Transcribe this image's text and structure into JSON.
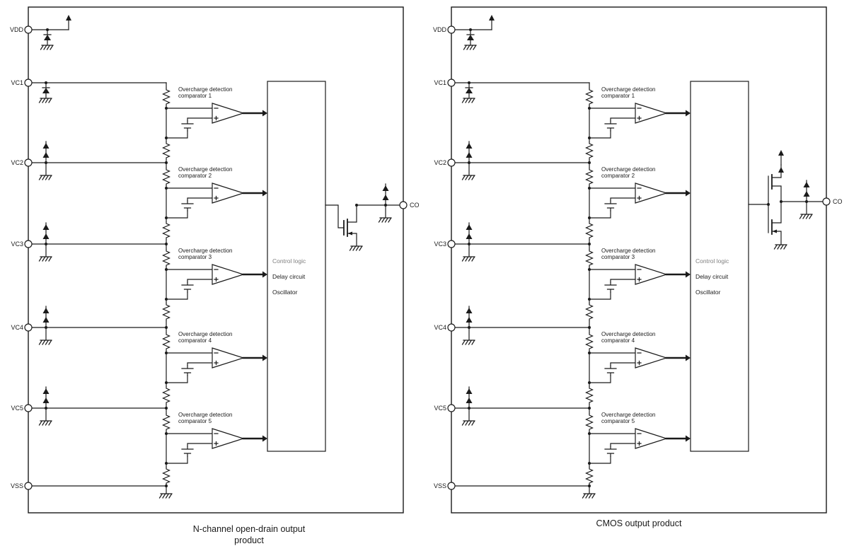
{
  "colors": {
    "line": "#1a1a1a",
    "muted_text": "#808080",
    "background": "#ffffff"
  },
  "left_panel": {
    "caption_line1": "N-channel open-drain output",
    "caption_line2": "product",
    "pins": {
      "vdd": "VDD",
      "vc1": "VC1",
      "vc2": "VC2",
      "vc3": "VC3",
      "vc4": "VC4",
      "vc5": "VC5",
      "vss": "VSS",
      "co": "CO"
    },
    "comparators": [
      {
        "label_line1": "Overcharge detection",
        "label_line2": "comparator 1"
      },
      {
        "label_line1": "Overcharge detection",
        "label_line2": "comparator 2"
      },
      {
        "label_line1": "Overcharge detection",
        "label_line2": "comparator 3"
      },
      {
        "label_line1": "Overcharge detection",
        "label_line2": "comparator 4"
      },
      {
        "label_line1": "Overcharge detection",
        "label_line2": "comparator 5"
      }
    ],
    "control_box": {
      "line1": "Control logic",
      "line2": "Delay circuit",
      "line3": "Oscillator"
    }
  },
  "right_panel": {
    "caption_line1": "CMOS output product",
    "pins": {
      "vdd": "VDD",
      "vc1": "VC1",
      "vc2": "VC2",
      "vc3": "VC3",
      "vc4": "VC4",
      "vc5": "VC5",
      "vss": "VSS",
      "co": "CO"
    },
    "comparators": [
      {
        "label_line1": "Overcharge detection",
        "label_line2": "comparator 1"
      },
      {
        "label_line1": "Overcharge detection",
        "label_line2": "comparator 2"
      },
      {
        "label_line1": "Overcharge detection",
        "label_line2": "comparator 3"
      },
      {
        "label_line1": "Overcharge detection",
        "label_line2": "comparator 4"
      },
      {
        "label_line1": "Overcharge detection",
        "label_line2": "comparator 5"
      }
    ],
    "control_box": {
      "line1": "Control logic",
      "line2": "Delay circuit",
      "line3": "Oscillator"
    }
  }
}
